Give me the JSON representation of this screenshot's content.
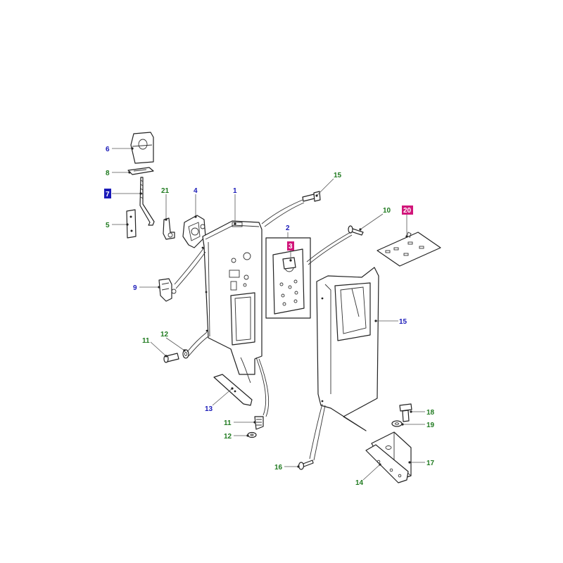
{
  "colors": {
    "label_blue": "#1a1ab8",
    "label_green": "#1f7a1f",
    "highlight_blue": "#1a1ab8",
    "highlight_magenta": "#d1167a",
    "highlight_text": "#ffffff",
    "line": "#222222"
  },
  "callouts": [
    {
      "id": "c1",
      "text": "1",
      "color": "blue"
    },
    {
      "id": "c2",
      "text": "2",
      "color": "blue"
    },
    {
      "id": "c3",
      "text": "3",
      "color": "magenta-highlight"
    },
    {
      "id": "c4",
      "text": "4",
      "color": "blue"
    },
    {
      "id": "c5",
      "text": "5",
      "color": "green"
    },
    {
      "id": "c6",
      "text": "6",
      "color": "blue"
    },
    {
      "id": "c7",
      "text": "7",
      "color": "blue-highlight"
    },
    {
      "id": "c8",
      "text": "8",
      "color": "green"
    },
    {
      "id": "c9",
      "text": "9",
      "color": "blue"
    },
    {
      "id": "c10",
      "text": "10",
      "color": "green"
    },
    {
      "id": "c11a",
      "text": "11",
      "color": "green"
    },
    {
      "id": "c11b",
      "text": "11",
      "color": "green"
    },
    {
      "id": "c12a",
      "text": "12",
      "color": "green"
    },
    {
      "id": "c12b",
      "text": "12",
      "color": "green"
    },
    {
      "id": "c13",
      "text": "13",
      "color": "blue"
    },
    {
      "id": "c14",
      "text": "14",
      "color": "blue"
    },
    {
      "id": "c15a",
      "text": "15",
      "color": "green"
    },
    {
      "id": "c15b",
      "text": "15",
      "color": "green"
    },
    {
      "id": "c16",
      "text": "16",
      "color": "green"
    },
    {
      "id": "c17",
      "text": "17",
      "color": "green"
    },
    {
      "id": "c18",
      "text": "18",
      "color": "green"
    },
    {
      "id": "c19",
      "text": "19",
      "color": "green"
    },
    {
      "id": "c20",
      "text": "20",
      "color": "magenta-highlight"
    },
    {
      "id": "c21",
      "text": "21",
      "color": "green"
    }
  ]
}
